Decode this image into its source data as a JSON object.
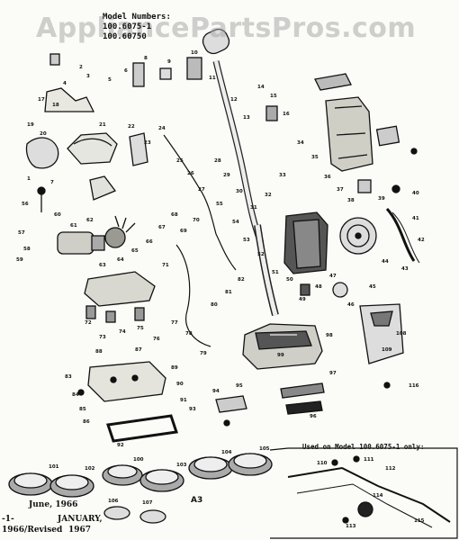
{
  "watermark": "AppliancePartsPros.com",
  "model_header": {
    "title": "Model Numbers:",
    "models": [
      "100.6075-1",
      "100.60750"
    ]
  },
  "inset_caption": "Used on Model 100.6075-1 only:",
  "footer": {
    "date": "June, 1966",
    "page": "-1-",
    "month": "JANUARY,",
    "revised": "1966/Revised",
    "year": "1967",
    "code": "A3"
  },
  "part_numbers": [
    "1",
    "2",
    "3",
    "4",
    "5",
    "6",
    "7",
    "8",
    "9",
    "10",
    "11",
    "12",
    "13",
    "14",
    "15",
    "16",
    "17",
    "18",
    "19",
    "20",
    "21",
    "22",
    "23",
    "24",
    "25",
    "26",
    "27",
    "28",
    "29",
    "30",
    "31",
    "32",
    "33",
    "34",
    "35",
    "36",
    "37",
    "38",
    "39",
    "40",
    "41",
    "42",
    "43",
    "44",
    "45",
    "46",
    "47",
    "48",
    "49",
    "50",
    "51",
    "52",
    "53",
    "54",
    "55",
    "56",
    "57",
    "58",
    "59",
    "60",
    "61",
    "62",
    "63",
    "64",
    "65",
    "66",
    "67",
    "68",
    "69",
    "70",
    "71",
    "72",
    "73",
    "74",
    "75",
    "76",
    "77",
    "78",
    "79",
    "80",
    "81",
    "82",
    "83",
    "84",
    "85",
    "86",
    "87",
    "88",
    "89",
    "90",
    "91",
    "92",
    "93",
    "94",
    "95",
    "96",
    "97",
    "98",
    "99",
    "100",
    "101",
    "102",
    "103",
    "104",
    "105",
    "106",
    "107",
    "108",
    "109",
    "110",
    "111",
    "112",
    "113",
    "114",
    "115",
    "116"
  ]
}
